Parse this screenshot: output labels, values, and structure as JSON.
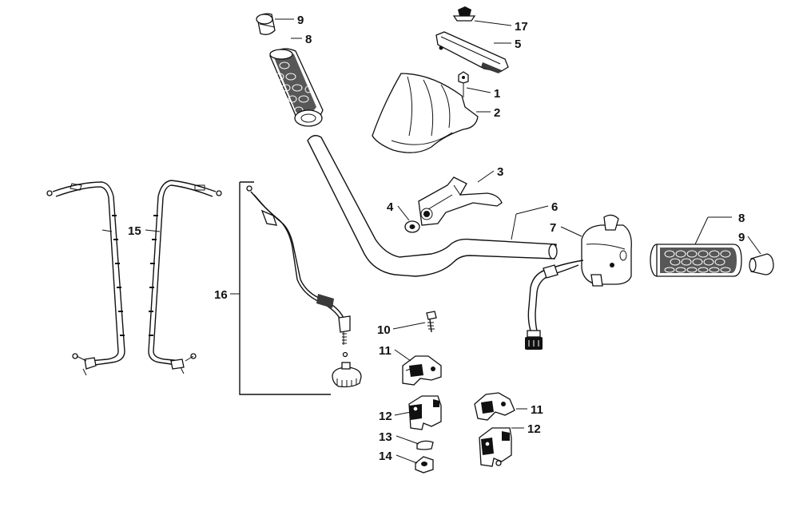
{
  "diagram": {
    "callouts": [
      {
        "id": "label-9-top",
        "text": "9"
      },
      {
        "id": "label-8-top",
        "text": "8"
      },
      {
        "id": "label-17",
        "text": "17"
      },
      {
        "id": "label-5",
        "text": "5"
      },
      {
        "id": "label-1",
        "text": "1"
      },
      {
        "id": "label-2",
        "text": "2"
      },
      {
        "id": "label-3",
        "text": "3"
      },
      {
        "id": "label-4",
        "text": "4"
      },
      {
        "id": "label-6",
        "text": "6"
      },
      {
        "id": "label-7",
        "text": "7"
      },
      {
        "id": "label-8-right",
        "text": "8"
      },
      {
        "id": "label-9-right",
        "text": "9"
      },
      {
        "id": "label-15",
        "text": "15"
      },
      {
        "id": "label-16",
        "text": "16"
      },
      {
        "id": "label-10",
        "text": "10"
      },
      {
        "id": "label-11-left",
        "text": "11"
      },
      {
        "id": "label-12-left",
        "text": "12"
      },
      {
        "id": "label-13",
        "text": "13"
      },
      {
        "id": "label-14",
        "text": "14"
      },
      {
        "id": "label-11-right",
        "text": "11"
      },
      {
        "id": "label-12-right",
        "text": "12"
      }
    ]
  }
}
